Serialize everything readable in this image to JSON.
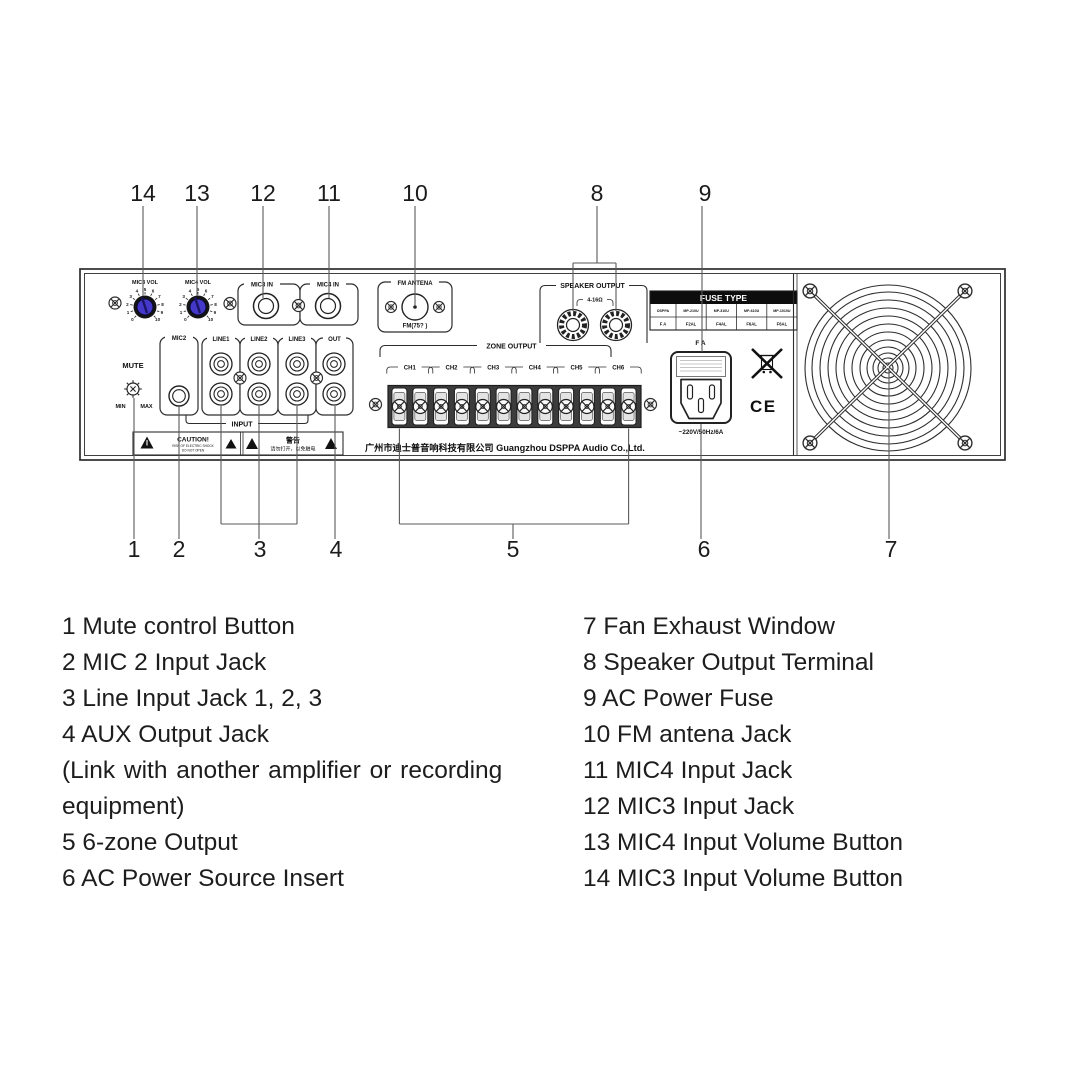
{
  "colors": {
    "knob_blue": "#4438c9",
    "panel_line": "#2d2d2d"
  },
  "callouts": {
    "top": [
      "14",
      "13",
      "12",
      "11",
      "10",
      "8",
      "9"
    ],
    "bottom": [
      "1",
      "2",
      "3",
      "4",
      "5",
      "6",
      "7"
    ]
  },
  "panel": {
    "mic3_vol_label": "MIC3 VOL",
    "mic4_vol_label": "MIC4 VOL",
    "knob_scale": [
      "0",
      "1",
      "2",
      "3",
      "4",
      "5",
      "6",
      "7",
      "8",
      "9",
      "10"
    ],
    "mute_label": "MUTE",
    "mute_min": "MIN",
    "mute_max": "MAX",
    "mic2_label": "MIC2",
    "mic3_in_label": "MIC3 IN",
    "mic4_in_label": "MIC4 IN",
    "line1_label": "LINE1",
    "line2_label": "LINE2",
    "line3_label": "LINE3",
    "out_label": "OUT",
    "input_label": "INPUT",
    "caution_title": "CAUTION!",
    "caution_line1": "RISK OF ELECTRIC SHOCK",
    "caution_line2": "DO NOT OPEN",
    "caution_zh_title": "警告",
    "caution_zh_text": "请勿打开，以免触电",
    "fm_label": "FM ANTENA",
    "fm_sub": "FM(75? )",
    "speaker_label": "SPEAKER OUTPUT",
    "speaker_impedance": "4-16Ω",
    "zone_label": "ZONE OUTPUT",
    "zone_channels": [
      "CH1",
      "CH2",
      "CH3",
      "CH4",
      "CH5",
      "CH6"
    ],
    "fuse_title": "FUSE TYPE",
    "fuse_models": [
      "DSPPA",
      "MP-210U",
      "MP-310U",
      "MP-610U",
      "MP-1010U"
    ],
    "fuse_values": [
      "F A",
      "F2AL",
      "F4AL",
      "F6AL",
      "F6AL"
    ],
    "fa_label": "F A",
    "power_rating": "~220V/50Hz/6A",
    "ce_label": "CE",
    "company": "广州市迪士普音响科技有限公司 Guangzhou DSPPA Audio Co.,Ltd."
  },
  "legend": {
    "left": [
      "1 Mute control Button",
      "2 MIC 2 Input Jack",
      "3 Line Input Jack 1, 2, 3",
      "4 AUX Output Jack",
      "(Link with another amplifier or recording",
      "equipment)",
      "5 6-zone Output",
      "6 AC Power Source Insert"
    ],
    "right": [
      "7 Fan Exhaust Window",
      "8 Speaker Output Terminal",
      "9 AC Power Fuse",
      "10 FM antena Jack",
      "11 MIC4 Input Jack",
      "12 MIC3 Input Jack",
      "13 MIC4 Input Volume Button",
      "14 MIC3 Input Volume Button"
    ]
  }
}
